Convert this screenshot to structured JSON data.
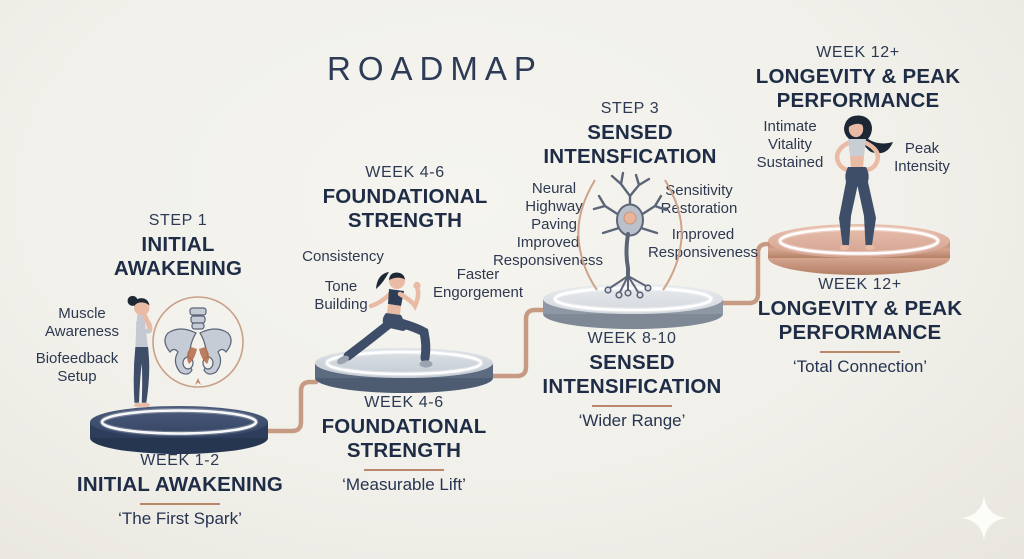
{
  "title": "ROADMAP",
  "colors": {
    "background": "#f1f0ea",
    "text_primary": "#1f2c46",
    "connector_copper": "#c79b83",
    "underline_copper": "#b9876a",
    "platform_stage1": "#2d3d5b",
    "platform_stage2": "#5d6b80",
    "platform_stage3": "#8e98a4",
    "platform_stage4": "#c18d79"
  },
  "stages": [
    {
      "header_label": "STEP 1",
      "header_title": "INITIAL AWAKENING",
      "labels_left": [
        "Muscle Awareness",
        "Biofeedback Setup"
      ],
      "labels_right": [],
      "illustration": "standing-woman-and-pelvic-floor-diagram",
      "week": "WEEK 1-2",
      "caption_title": "INITIAL AWAKENING",
      "quote": "‘The First Spark’"
    },
    {
      "header_label": "WEEK 4-6",
      "header_title": "FOUNDATIONAL STRENGTH",
      "labels_left": [
        "Consistency",
        "Tone Building"
      ],
      "labels_right": [
        "Faster Engorgement"
      ],
      "illustration": "lunging-woman",
      "week": "WEEK 4-6",
      "caption_title": "FOUNDATIONAL STRENGTH",
      "quote": "‘Measurable Lift’"
    },
    {
      "header_label": "STEP 3",
      "header_title": "SENSED INTENSFICATION",
      "labels_left": [
        "Neural Highway Paving",
        "Improved Responsiveness"
      ],
      "labels_right": [
        "Sensitivity Restoration",
        "Improved Responsiveness"
      ],
      "illustration": "neuron",
      "week": "WEEK 8-10",
      "caption_title": "SENSED INTENSIFICATION",
      "quote": "‘Wider Range’"
    },
    {
      "header_label": "WEEK 12+",
      "header_title": "LONGEVITY & PEAK PERFORMANCE",
      "labels_left": [
        "Intimate Vitality Sustained"
      ],
      "labels_right": [
        "Peak Intensity"
      ],
      "illustration": "confident-standing-woman",
      "week": "WEEK 12+",
      "caption_title": "LONGEVITY & PEAK PERFORMANCE",
      "quote": "‘Total Connection’"
    }
  ],
  "sparkle_icon": "four-point-star"
}
